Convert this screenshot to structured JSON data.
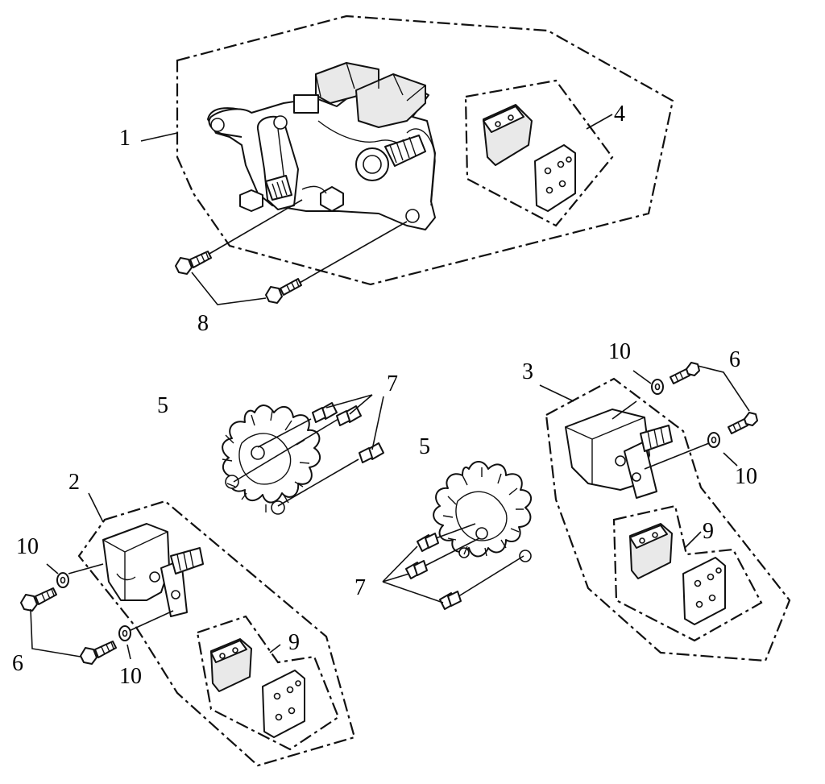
{
  "callouts": {
    "c1": "1",
    "c2": "2",
    "c3": "3",
    "c4": "4",
    "c5a": "5",
    "c5b": "5",
    "c6a": "6",
    "c6b": "6",
    "c7a": "7",
    "c7b": "7",
    "c8": "8",
    "c9a": "9",
    "c9b": "9",
    "c10a": "10",
    "c10b": "10",
    "c10c": "10",
    "c10d": "10"
  }
}
